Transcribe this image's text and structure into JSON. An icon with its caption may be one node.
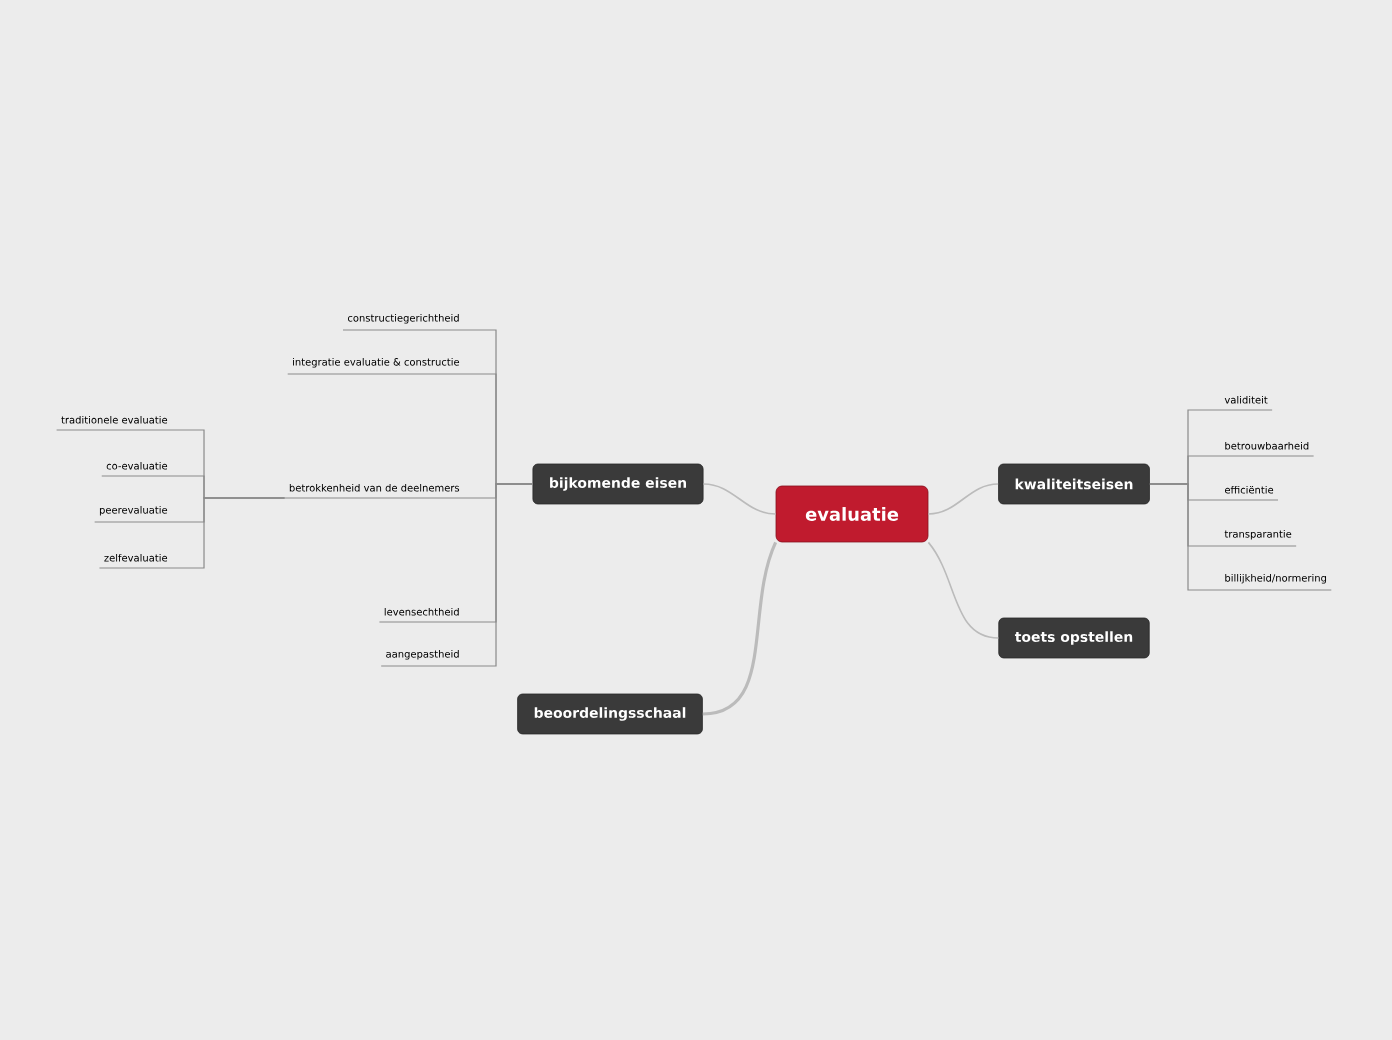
{
  "diagram": {
    "nodes": [
      {
        "text": [
          "evaluatie"
        ]
      },
      {
        "text": [
          "bijkomende eisen"
        ]
      },
      {
        "text": [
          "kwaliteitseisen"
        ]
      },
      {
        "text": [
          "toets opstellen"
        ]
      },
      {
        "text": [
          "beoordelingsschaal"
        ]
      },
      {
        "text": [
          "constructiegerichtheid"
        ]
      },
      {
        "text": [
          "integratie evaluatie & constructie"
        ]
      },
      {
        "text": [
          "betrokkenheid van de deelnemers"
        ]
      },
      {
        "text": [
          "traditionele evaluatie"
        ]
      },
      {
        "text": [
          "co-evaluatie"
        ]
      },
      {
        "text": [
          "peerevaluatie"
        ]
      },
      {
        "text": [
          "zelfevaluatie"
        ]
      },
      {
        "text": [
          "levensechtheid"
        ]
      },
      {
        "text": [
          "aangepastheid"
        ]
      },
      {
        "text": [
          "validiteit"
        ]
      },
      {
        "text": [
          "betrouwbaarheid"
        ]
      },
      {
        "text": [
          "efficiëntie"
        ]
      },
      {
        "text": [
          "transparantie"
        ]
      },
      {
        "text": [
          "billijkheid/normering"
        ]
      }
    ],
    "edges": [
      {
        "from": 0,
        "to": 1,
        "arrow": "none"
      },
      {
        "from": 0,
        "to": 2,
        "arrow": "none"
      },
      {
        "from": 0,
        "to": 3,
        "arrow": "none"
      },
      {
        "from": 0,
        "to": 4,
        "arrow": "none"
      },
      {
        "from": 1,
        "to": 5,
        "arrow": "none"
      },
      {
        "from": 1,
        "to": 6,
        "arrow": "none"
      },
      {
        "from": 1,
        "to": 7,
        "arrow": "none"
      },
      {
        "from": 7,
        "to": 8,
        "arrow": "none"
      },
      {
        "from": 7,
        "to": 9,
        "arrow": "none"
      },
      {
        "from": 7,
        "to": 10,
        "arrow": "none"
      },
      {
        "from": 7,
        "to": 11,
        "arrow": "none"
      },
      {
        "from": 1,
        "to": 12,
        "arrow": "none"
      },
      {
        "from": 1,
        "to": 13,
        "arrow": "none"
      },
      {
        "from": 2,
        "to": 14,
        "arrow": "none"
      },
      {
        "from": 2,
        "to": 15,
        "arrow": "none"
      },
      {
        "from": 2,
        "to": 16,
        "arrow": "none"
      },
      {
        "from": 2,
        "to": 17,
        "arrow": "none"
      },
      {
        "from": 2,
        "to": 18,
        "arrow": "none"
      }
    ]
  }
}
